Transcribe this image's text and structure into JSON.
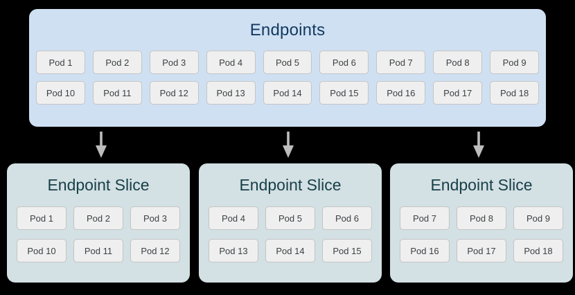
{
  "diagram": {
    "background_color": "#000000",
    "endpoints": {
      "title": "Endpoints",
      "fill_color": "#cfe0f3",
      "title_color": "#12395f",
      "rows": [
        [
          "Pod 1",
          "Pod 2",
          "Pod 3",
          "Pod 4",
          "Pod 5",
          "Pod 6",
          "Pod 7",
          "Pod 8",
          "Pod 9"
        ],
        [
          "Pod 10",
          "Pod 11",
          "Pod 12",
          "Pod 13",
          "Pod 14",
          "Pod 15",
          "Pod 16",
          "Pod 17",
          "Pod 18"
        ]
      ]
    },
    "arrows": {
      "color": "#bdbdbd",
      "count": 3,
      "direction": "down"
    },
    "slices": [
      {
        "title": "Endpoint Slice",
        "fill_color": "#d3e0e4",
        "title_color": "#173f47",
        "rows": [
          [
            "Pod 1",
            "Pod 2",
            "Pod 3"
          ],
          [
            "Pod 10",
            "Pod 11",
            "Pod 12"
          ]
        ]
      },
      {
        "title": "Endpoint Slice",
        "fill_color": "#d3e0e4",
        "title_color": "#173f47",
        "rows": [
          [
            "Pod 4",
            "Pod 5",
            "Pod 6"
          ],
          [
            "Pod 13",
            "Pod 14",
            "Pod 15"
          ]
        ]
      },
      {
        "title": "Endpoint Slice",
        "fill_color": "#d3e0e4",
        "title_color": "#173f47",
        "rows": [
          [
            "Pod 7",
            "Pod 8",
            "Pod 9"
          ],
          [
            "Pod 16",
            "Pod 17",
            "Pod 18"
          ]
        ]
      }
    ],
    "pod_chip": {
      "fill_color": "#efefef",
      "border_color": "#c4c4c4",
      "text_color": "#3c4043"
    }
  }
}
